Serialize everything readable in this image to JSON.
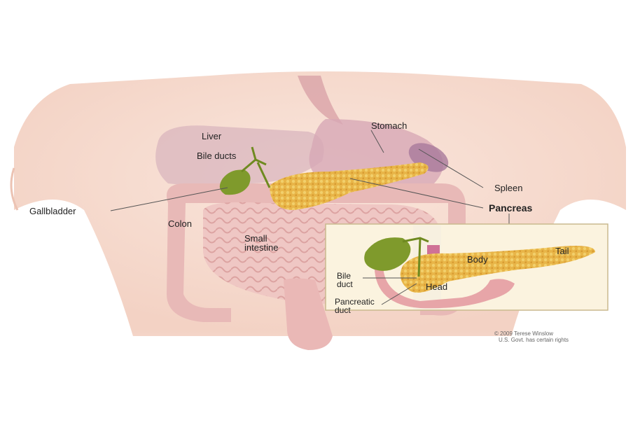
{
  "labels": {
    "liver": "Liver",
    "bile_ducts": "Bile ducts",
    "stomach": "Stomach",
    "gallbladder": "Gallbladder",
    "spleen": "Spleen",
    "pancreas": "Pancreas",
    "colon": "Colon",
    "small_intestine_1": "Small",
    "small_intestine_2": "intestine"
  },
  "inset": {
    "body": "Body",
    "tail": "Tail",
    "head": "Head",
    "bile_duct_1": "Bile",
    "bile_duct_2": "duct",
    "pancreatic_duct_1": "Pancreatic",
    "pancreatic_duct_2": "duct"
  },
  "copyright": {
    "line1": "© 2009 Terese Winslow",
    "line2": "U.S. Govt. has certain rights"
  },
  "colors": {
    "skin": "#f7ddd1",
    "organ_pink": "#eab0b0",
    "pancreas": "#e9b74a",
    "gallbladder": "#7f9a2c",
    "inset_bg": "#fbf3df",
    "inset_border": "#c9b98e"
  }
}
